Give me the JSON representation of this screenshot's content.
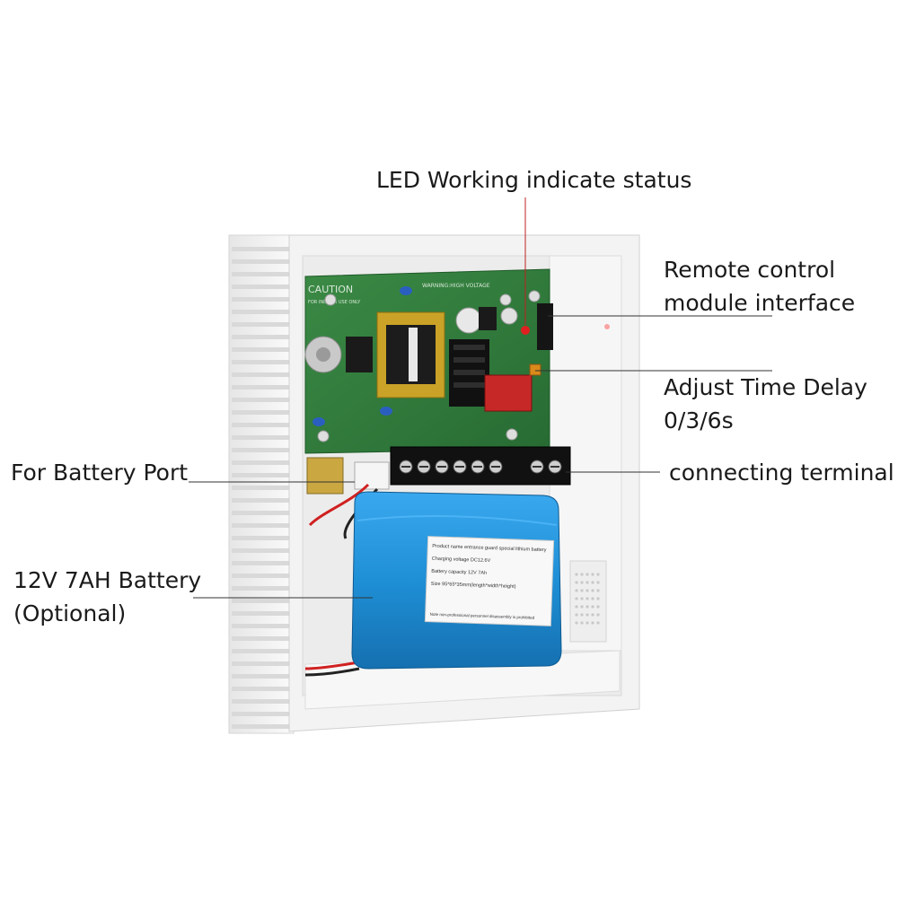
{
  "callouts": {
    "led": {
      "text": "LED Working indicate status"
    },
    "remote": {
      "line1": "Remote control",
      "line2": "module interface"
    },
    "adjust": {
      "line1": "Adjust Time Delay",
      "line2": "0/3/6s"
    },
    "terminal": {
      "text": "connecting terminal"
    },
    "battery_port": {
      "text": "For Battery Port"
    },
    "battery": {
      "line1": "12V 7AH Battery",
      "line2": "(Optional)"
    }
  },
  "pcb": {
    "caution_label": "CAUTION",
    "caution_sub": "FOR INDOOR USE ONLY",
    "warning_label": "WARNING:HIGH VOLTAGE"
  },
  "battery_label": {
    "line1": "Product name entrance guard special lithium battery",
    "line2": "Charging voltage DC12.6V",
    "line3": "Battery capacity 12V 7Ah",
    "line4": "Size 95*65*35mm(length*width*height)",
    "line5": "Note non-professional personnel disassembly is prohibited"
  },
  "colors": {
    "pcb_green": "#2f7a3c",
    "battery_blue": "#1f8fd6",
    "enclosure": "#f2f2f2",
    "callout_line": "#333333",
    "led_red": "#e02020"
  }
}
